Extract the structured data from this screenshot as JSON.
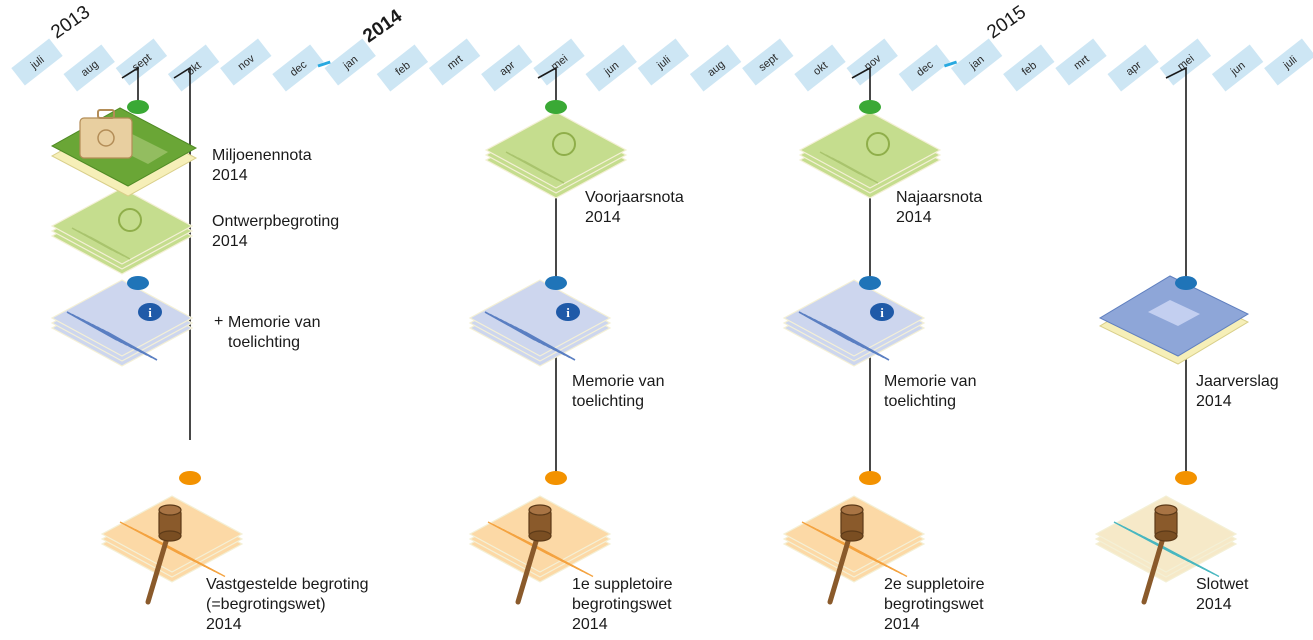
{
  "years": [
    "2013",
    "2014",
    "2015"
  ],
  "months": [
    "juli",
    "aug",
    "sept",
    "okt",
    "nov",
    "dec",
    "jan",
    "feb",
    "mrt",
    "apr",
    "mei",
    "jun",
    "juli",
    "aug",
    "sept",
    "okt",
    "nov",
    "dec",
    "jan",
    "feb",
    "mrt",
    "apr",
    "mei",
    "jun",
    "juli"
  ],
  "colors": {
    "month_tab": "#cde6f4",
    "year_divider": "#29a9e0",
    "dot_green": "#3aa935",
    "dot_blue": "#1f74b8",
    "dot_orange": "#f39200",
    "doc_green": "#c5dd8e",
    "doc_blue": "#cdd6ee",
    "doc_orange": "#fcd9a6",
    "book_blue": "#8ea6d8"
  },
  "columns": [
    {
      "docs": [
        {
          "lines": [
            "Miljoenennota",
            "2014"
          ]
        },
        {
          "lines": [
            "Ontwerpbegroting",
            "2014"
          ]
        },
        {
          "plus": "+",
          "lines": [
            "Memorie van",
            "toelichting"
          ]
        },
        {
          "lines": [
            "Vastgestelde begroting",
            "(=begrotingswet)",
            "2014"
          ]
        }
      ]
    },
    {
      "docs": [
        {
          "lines": [
            "Voorjaarsnota",
            "2014"
          ]
        },
        {
          "lines": [
            "Memorie van",
            "toelichting"
          ]
        },
        {
          "lines": [
            "1e suppletoire",
            "begrotingswet",
            "2014"
          ]
        }
      ]
    },
    {
      "docs": [
        {
          "lines": [
            "Najaarsnota",
            "2014"
          ]
        },
        {
          "lines": [
            "Memorie van",
            "toelichting"
          ]
        },
        {
          "lines": [
            "2e suppletoire",
            "begrotingswet",
            "2014"
          ]
        }
      ]
    },
    {
      "docs": [
        {
          "lines": [
            "Jaarverslag",
            "2014"
          ]
        },
        {
          "lines": [
            "Slotwet",
            "2014"
          ]
        }
      ]
    }
  ],
  "icons": [
    "briefcase-icon",
    "coat-of-arms-icon",
    "info-icon",
    "gavel-icon",
    "book-icon"
  ]
}
